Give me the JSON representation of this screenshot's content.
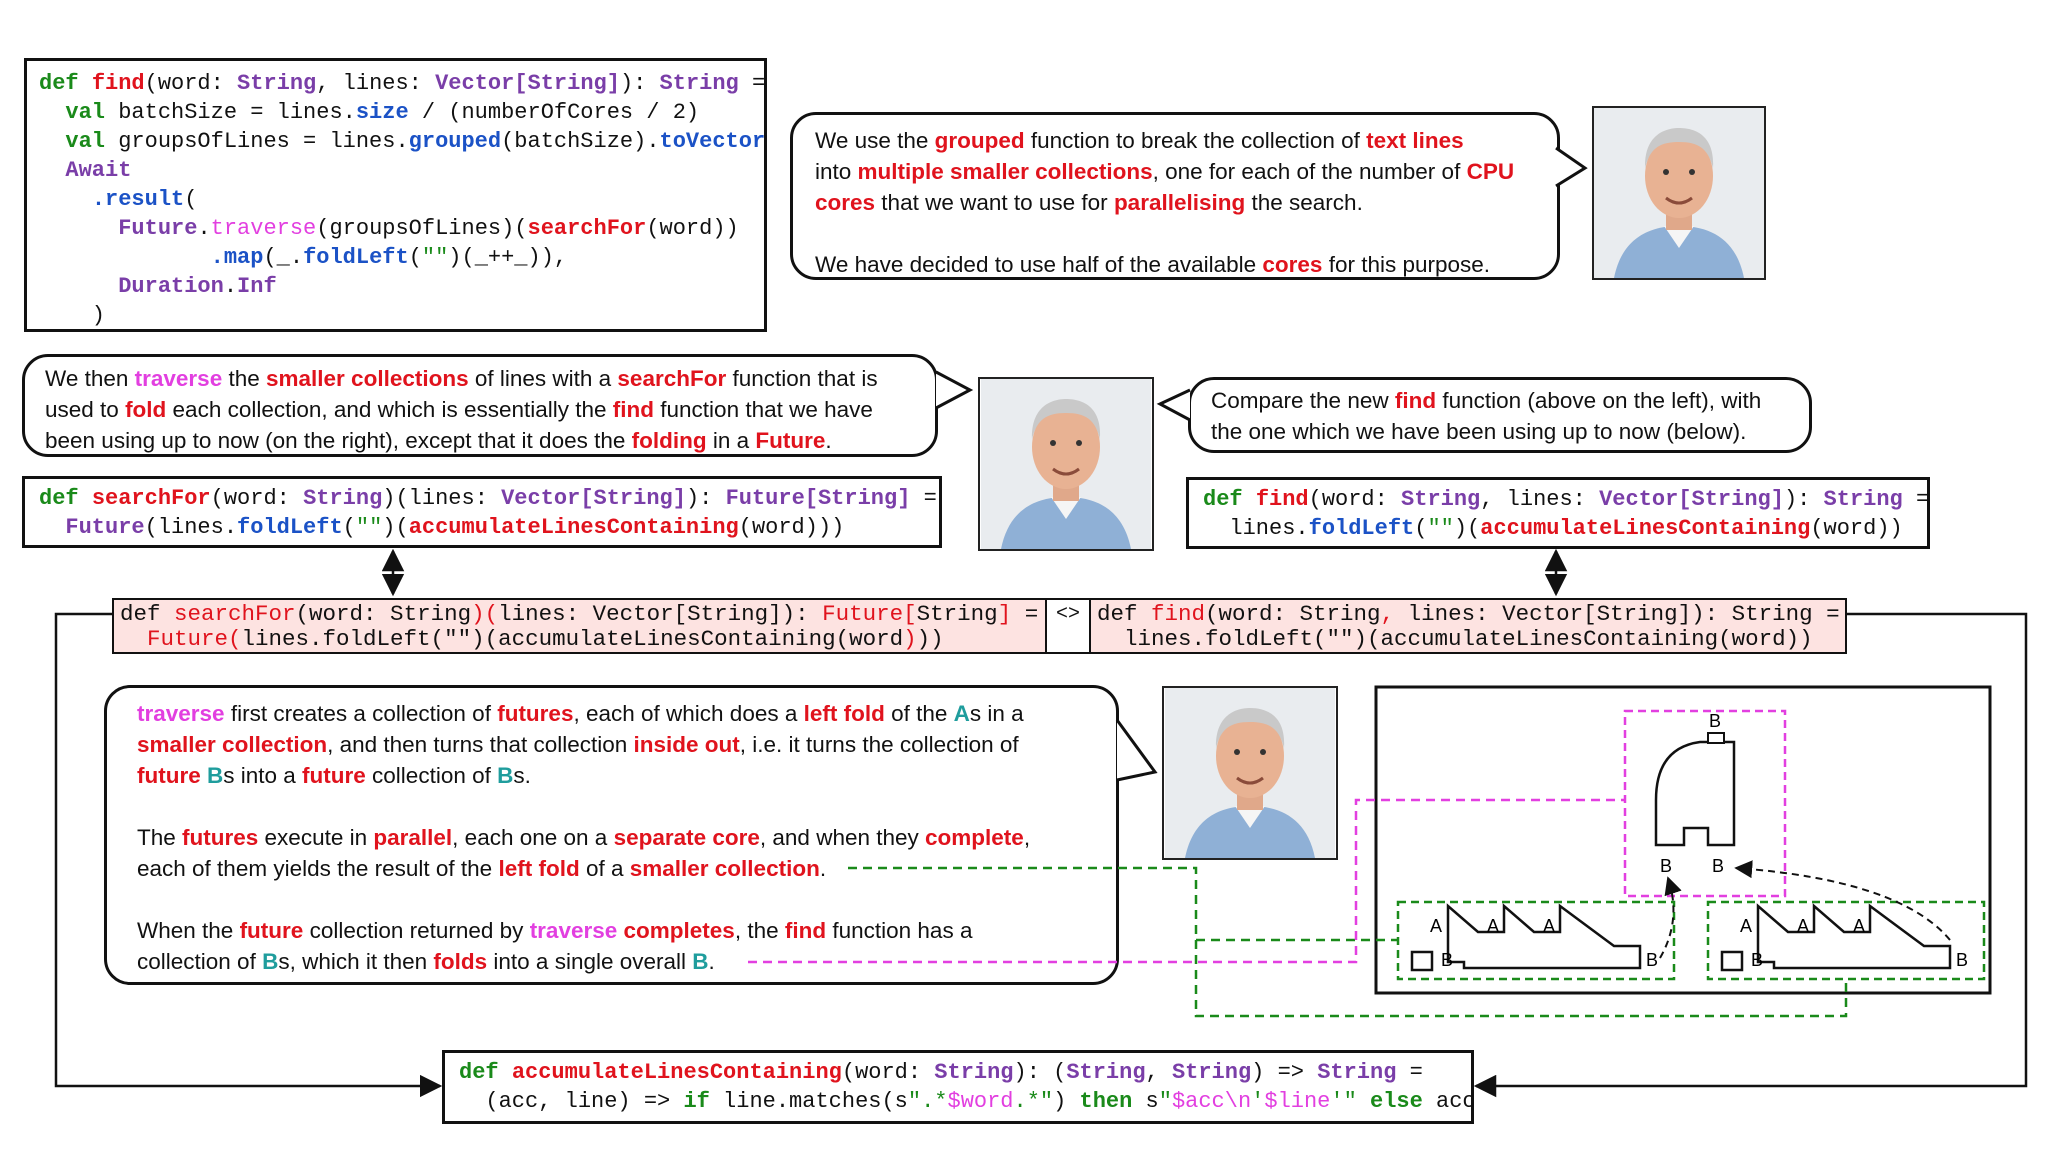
{
  "code_find_grouped": [
    [
      [
        "kw",
        "def "
      ],
      [
        "fn",
        "find"
      ],
      [
        "p",
        "(word: "
      ],
      [
        "ty",
        "String"
      ],
      [
        "p",
        ", lines: "
      ],
      [
        "ty",
        "Vector[String]"
      ],
      [
        "p",
        "): "
      ],
      [
        "ty",
        "String"
      ],
      [
        "p",
        " ="
      ]
    ],
    [
      [
        "p",
        "  "
      ],
      [
        "kw",
        "val "
      ],
      [
        "p",
        "batchSize = lines."
      ],
      [
        "me",
        "size"
      ],
      [
        "p",
        " / (numberOfCores / 2)"
      ]
    ],
    [
      [
        "p",
        "  "
      ],
      [
        "kw",
        "val "
      ],
      [
        "p",
        "groupsOfLines = lines."
      ],
      [
        "me",
        "grouped"
      ],
      [
        "p",
        "(batchSize)."
      ],
      [
        "me",
        "toVector"
      ]
    ],
    [
      [
        "p",
        "  "
      ],
      [
        "ty",
        "Await"
      ]
    ],
    [
      [
        "p",
        "    "
      ],
      [
        "me",
        ".result"
      ],
      [
        "p",
        "("
      ]
    ],
    [
      [
        "p",
        "      "
      ],
      [
        "ty",
        "Future"
      ],
      [
        "p",
        "."
      ],
      [
        "mg",
        "traverse"
      ],
      [
        "p",
        "(groupsOfLines)("
      ],
      [
        "fn",
        "searchFor"
      ],
      [
        "p",
        "(word))"
      ]
    ],
    [
      [
        "p",
        "             "
      ],
      [
        "me",
        ".map"
      ],
      [
        "p",
        "(_."
      ],
      [
        "me",
        "foldLeft"
      ],
      [
        "p",
        "("
      ],
      [
        "st",
        "\"\""
      ],
      [
        "p",
        ")(_++_)),"
      ]
    ],
    [
      [
        "p",
        "      "
      ],
      [
        "ty",
        "Duration"
      ],
      [
        "p",
        "."
      ],
      [
        "ty",
        "Inf"
      ]
    ],
    [
      [
        "p",
        "    )"
      ]
    ]
  ],
  "bubble_top": [
    [
      [
        "p",
        "We use the "
      ],
      [
        "r",
        "grouped"
      ],
      [
        "p",
        " function to break the collection of "
      ],
      [
        "r",
        "text lines"
      ]
    ],
    [
      [
        "p",
        "into "
      ],
      [
        "r",
        "multiple smaller collections"
      ],
      [
        "p",
        ", one for each of the number of "
      ],
      [
        "r",
        "CPU"
      ]
    ],
    [
      [
        "r",
        "cores"
      ],
      [
        "p",
        " that we want to use for "
      ],
      [
        "r",
        "parallelising"
      ],
      [
        "p",
        " the search."
      ]
    ],
    [
      [
        "p",
        " "
      ]
    ],
    [
      [
        "p",
        "We have decided to use half of the available "
      ],
      [
        "r",
        "cores"
      ],
      [
        "p",
        " for this purpose."
      ]
    ]
  ],
  "bubble_traverse": [
    [
      [
        "p",
        "We then "
      ],
      [
        "m",
        "traverse"
      ],
      [
        "p",
        " the "
      ],
      [
        "r",
        "smaller collections"
      ],
      [
        "p",
        " of lines with a "
      ],
      [
        "r",
        "searchFor"
      ],
      [
        "p",
        " function that is"
      ]
    ],
    [
      [
        "p",
        "used to "
      ],
      [
        "r",
        "fold"
      ],
      [
        "p",
        " each collection, and which is essentially the "
      ],
      [
        "r",
        "find"
      ],
      [
        "p",
        " function that we have"
      ]
    ],
    [
      [
        "p",
        "been using up to now (on the right), except that it does the "
      ],
      [
        "r",
        "folding"
      ],
      [
        "p",
        " in a "
      ],
      [
        "r",
        "Future"
      ],
      [
        "p",
        "."
      ]
    ]
  ],
  "bubble_compare": [
    [
      [
        "p",
        "Compare the new "
      ],
      [
        "r",
        "find"
      ],
      [
        "p",
        " function (above on the left), with"
      ]
    ],
    [
      [
        "p",
        "the one which we have been using up to now (below)."
      ]
    ]
  ],
  "code_searchFor": [
    [
      [
        "kw",
        "def "
      ],
      [
        "fn",
        "searchFor"
      ],
      [
        "p",
        "(word: "
      ],
      [
        "ty",
        "String"
      ],
      [
        "p",
        ")(lines: "
      ],
      [
        "ty",
        "Vector[String]"
      ],
      [
        "p",
        "): "
      ],
      [
        "ty",
        "Future[String]"
      ],
      [
        "p",
        " ="
      ]
    ],
    [
      [
        "p",
        "  "
      ],
      [
        "ty",
        "Future"
      ],
      [
        "p",
        "(lines."
      ],
      [
        "me",
        "foldLeft"
      ],
      [
        "p",
        "("
      ],
      [
        "st",
        "\"\""
      ],
      [
        "p",
        ")("
      ],
      [
        "fn",
        "accumulateLinesContaining"
      ],
      [
        "p",
        "(word)))"
      ]
    ]
  ],
  "code_find_old": [
    [
      [
        "kw",
        "def "
      ],
      [
        "fn",
        "find"
      ],
      [
        "p",
        "(word: "
      ],
      [
        "ty",
        "String"
      ],
      [
        "p",
        ", lines: "
      ],
      [
        "ty",
        "Vector[String]"
      ],
      [
        "p",
        "): "
      ],
      [
        "ty",
        "String"
      ],
      [
        "p",
        " ="
      ]
    ],
    [
      [
        "p",
        "  lines."
      ],
      [
        "me",
        "foldLeft"
      ],
      [
        "p",
        "("
      ],
      [
        "st",
        "\"\""
      ],
      [
        "p",
        ")("
      ],
      [
        "fn",
        "accumulateLinesContaining"
      ],
      [
        "p",
        "(word))"
      ]
    ]
  ],
  "diff_left": [
    [
      [
        "p",
        "def "
      ],
      [
        "red",
        "searchFor"
      ],
      [
        "p",
        "(word: String"
      ],
      [
        "red",
        ")("
      ],
      [
        "p",
        "lines: Vector[String]): "
      ],
      [
        "red",
        "Future["
      ],
      [
        "p",
        "String"
      ],
      [
        "red",
        "]"
      ],
      [
        "p",
        " ="
      ]
    ],
    [
      [
        "p",
        "  "
      ],
      [
        "red",
        "Future("
      ],
      [
        "p",
        "lines.foldLeft(\"\")(accumulateLinesContaining(word"
      ],
      [
        "red",
        ")"
      ],
      [
        "p",
        "))"
      ]
    ]
  ],
  "diff_sep": "<>",
  "diff_right": [
    [
      [
        "p",
        "def "
      ],
      [
        "red",
        "find"
      ],
      [
        "p",
        "(word: String"
      ],
      [
        "red",
        ","
      ],
      [
        "p",
        " lines: Vector[String]): String ="
      ]
    ],
    [
      [
        "p",
        "  lines.foldLeft(\"\")(accumulateLinesContaining(word))"
      ]
    ]
  ],
  "bubble_bottom": [
    [
      [
        "m",
        "traverse"
      ],
      [
        "p",
        " first creates a collection of "
      ],
      [
        "r",
        "futures"
      ],
      [
        "p",
        ", each of which does a "
      ],
      [
        "r",
        "left fold"
      ],
      [
        "p",
        " of the "
      ],
      [
        "t",
        "A"
      ],
      [
        "p",
        "s in a"
      ]
    ],
    [
      [
        "r",
        "smaller collection"
      ],
      [
        "p",
        ", and then turns that collection "
      ],
      [
        "r",
        "inside out"
      ],
      [
        "p",
        ", i.e. it turns the collection of"
      ]
    ],
    [
      [
        "r",
        "future "
      ],
      [
        "t",
        "B"
      ],
      [
        "p",
        "s into a "
      ],
      [
        "r",
        "future"
      ],
      [
        "p",
        " collection of "
      ],
      [
        "t",
        "B"
      ],
      [
        "p",
        "s."
      ]
    ],
    [
      [
        "p",
        " "
      ]
    ],
    [
      [
        "p",
        "The "
      ],
      [
        "r",
        "futures"
      ],
      [
        "p",
        " execute in "
      ],
      [
        "r",
        "parallel"
      ],
      [
        "p",
        ", each one on a "
      ],
      [
        "r",
        "separate core"
      ],
      [
        "p",
        ", and when they "
      ],
      [
        "r",
        "complete"
      ],
      [
        "p",
        ","
      ]
    ],
    [
      [
        "p",
        "each of them yields the result of the "
      ],
      [
        "r",
        "left fold"
      ],
      [
        "p",
        " of a "
      ],
      [
        "r",
        "smaller collection"
      ],
      [
        "p",
        "."
      ]
    ],
    [
      [
        "p",
        " "
      ]
    ],
    [
      [
        "p",
        "When the "
      ],
      [
        "r",
        "future"
      ],
      [
        "p",
        " collection returned by "
      ],
      [
        "m",
        "traverse"
      ],
      [
        "p",
        " "
      ],
      [
        "r",
        "completes"
      ],
      [
        "p",
        ", the "
      ],
      [
        "r",
        "find"
      ],
      [
        "p",
        " function has a"
      ]
    ],
    [
      [
        "p",
        "collection of "
      ],
      [
        "t",
        "B"
      ],
      [
        "p",
        "s, which it then "
      ],
      [
        "r",
        "folds"
      ],
      [
        "p",
        " into a single overall "
      ],
      [
        "t",
        "B"
      ],
      [
        "p",
        "."
      ]
    ]
  ],
  "code_accumulate": [
    [
      [
        "kw",
        "def "
      ],
      [
        "fn",
        "accumulateLinesContaining"
      ],
      [
        "p",
        "(word: "
      ],
      [
        "ty",
        "String"
      ],
      [
        "p",
        "): ("
      ],
      [
        "ty",
        "String"
      ],
      [
        "p",
        ", "
      ],
      [
        "ty",
        "String"
      ],
      [
        "p",
        ") => "
      ],
      [
        "ty",
        "String"
      ],
      [
        "p",
        " ="
      ]
    ],
    [
      [
        "p",
        "  (acc, line) => "
      ],
      [
        "kw",
        "if"
      ],
      [
        "p",
        " line.matches(s"
      ],
      [
        "st",
        "\".*"
      ],
      [
        "mg",
        "$word"
      ],
      [
        "st",
        ".*\""
      ],
      [
        "p",
        ") "
      ],
      [
        "kw",
        "then"
      ],
      [
        "p",
        " s"
      ],
      [
        "st",
        "\""
      ],
      [
        "mg",
        "$acc\\n"
      ],
      [
        "st",
        "'"
      ],
      [
        "mg",
        "$line"
      ],
      [
        "st",
        "'\""
      ],
      [
        "p",
        " "
      ],
      [
        "kw",
        "else"
      ],
      [
        "p",
        " acc"
      ]
    ]
  ],
  "fold_labels": {
    "a": "A",
    "b": "B"
  },
  "colors": {
    "red": "#e0131d",
    "green": "#1a8a1a",
    "purple": "#7a3ea8",
    "blue": "#1b52c6",
    "magenta": "#e23fe0",
    "teal": "#1f9d9d",
    "diff_bg": "#fde3e1"
  },
  "icons": {
    "avatar": "presenter-photo",
    "arrow": "double-headed-arrow"
  }
}
